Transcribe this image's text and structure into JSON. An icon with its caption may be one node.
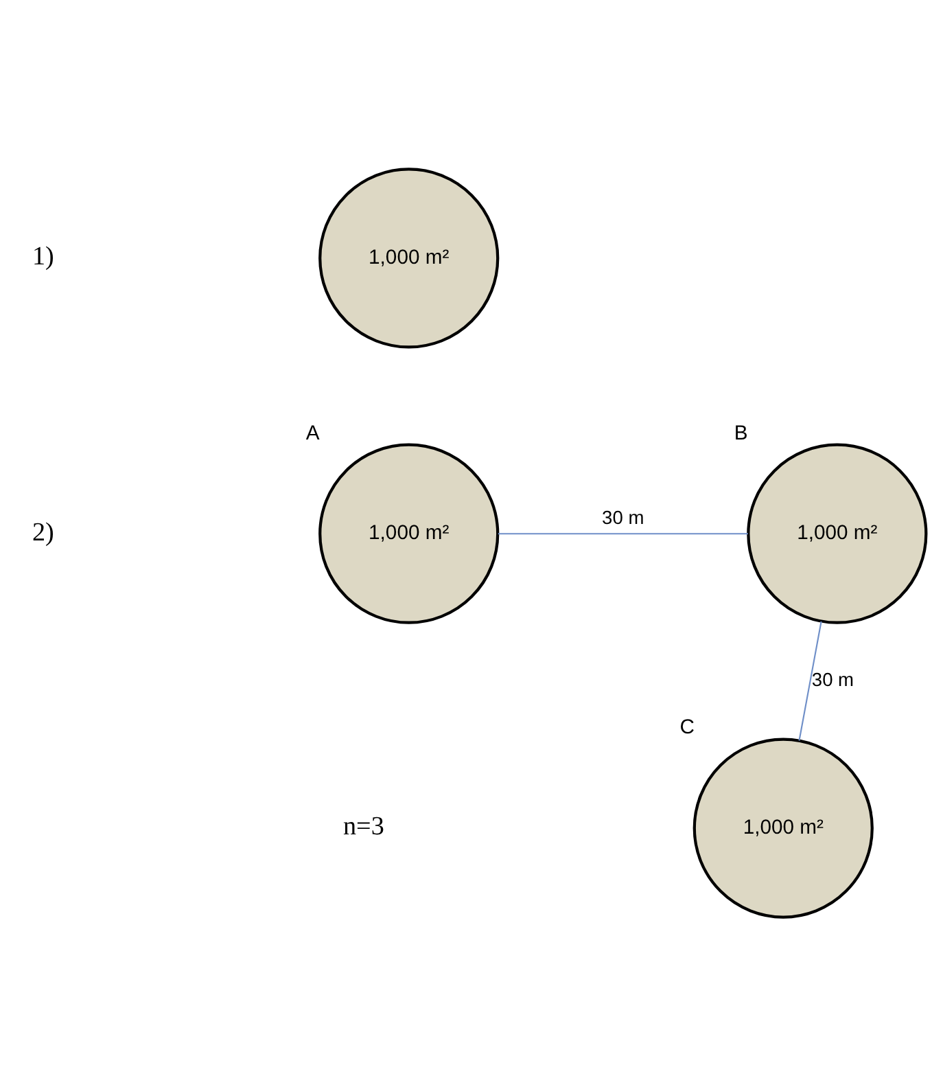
{
  "diagram": {
    "nodes": [
      {
        "text": [
          "1,000 m²"
        ]
      },
      {
        "text": [
          "1,000 m²"
        ],
        "beside": [
          "A"
        ]
      },
      {
        "text": [
          "1,000 m²"
        ],
        "beside": [
          "B"
        ]
      },
      {
        "text": [
          "1,000 m²"
        ],
        "beside": [
          "C"
        ]
      }
    ],
    "edges": [
      {
        "from": 1,
        "to": 2,
        "arrow": "none",
        "label": "30 m"
      },
      {
        "from": 2,
        "to": 3,
        "arrow": "none",
        "label": "30 m"
      }
    ],
    "labels": [
      "1)",
      "2)",
      "n=3"
    ]
  }
}
